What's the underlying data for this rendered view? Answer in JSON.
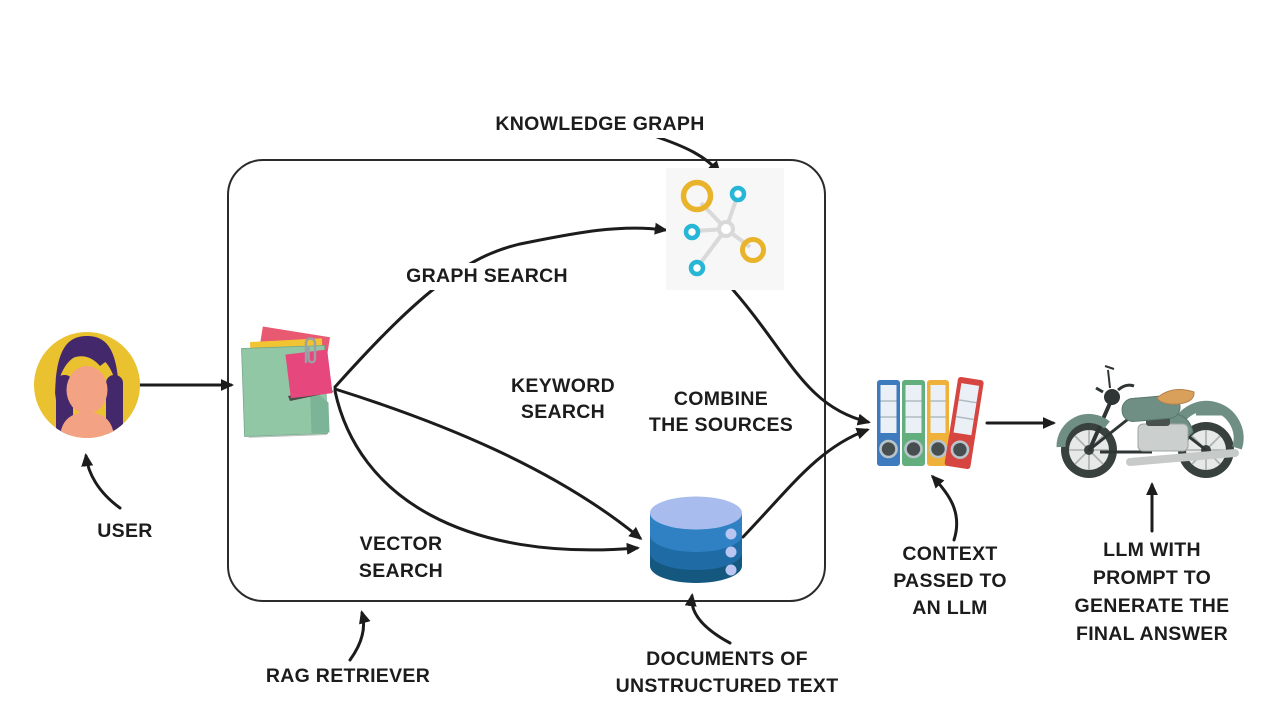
{
  "title": "RAG retriever pipeline diagram",
  "labels": {
    "knowledge_graph": "KNOWLEDGE GRAPH",
    "graph_search": "GRAPH SEARCH",
    "keyword_search": [
      "KEYWORD",
      "SEARCH"
    ],
    "vector_search": [
      "VECTOR",
      "SEARCH"
    ],
    "combine_sources": [
      "COMBINE",
      "THE SOURCES"
    ],
    "user": "USER",
    "rag_retriever": "RAG RETRIEVER",
    "documents": [
      "DOCUMENTS OF",
      "UNSTRUCTURED TEXT"
    ],
    "context": [
      "CONTEXT",
      "PASSED TO",
      "AN LLM"
    ],
    "llm": [
      "LLM WITH",
      "PROMPT TO",
      "GENERATE THE",
      "FINAL ANSWER"
    ]
  },
  "icons": [
    {
      "name": "user-avatar-icon",
      "meaning": "user"
    },
    {
      "name": "documents-folder-icon",
      "meaning": "retrieved documents / corpus"
    },
    {
      "name": "knowledge-graph-icon",
      "meaning": "knowledge graph"
    },
    {
      "name": "database-icon",
      "meaning": "documents of unstructured text"
    },
    {
      "name": "binders-icon",
      "meaning": "context passed to an LLM"
    },
    {
      "name": "motorcycle-icon",
      "meaning": "LLM with prompt to generate the final answer"
    }
  ],
  "colors": {
    "text": "#1c1c1c",
    "arrow": "#1c1c1c",
    "box_border": "#2b2b2b",
    "avatar_bg": "#EAC12F",
    "avatar_hair": "#43286B",
    "avatar_skin": "#F4A284",
    "folder_green": "#92C7A6",
    "folder_green_dark": "#7BB496",
    "folder_yellow": "#F0C433",
    "folder_red": "#E85A71",
    "sticky_pink": "#E6487E",
    "kg_yellow": "#E9B32A",
    "kg_cyan": "#27B6D6",
    "kg_grey": "#D9D9D9",
    "db_top": "#A9BCEE",
    "db_band1": "#2F81C4",
    "db_band2": "#1F6BA5",
    "db_band3": "#14587F",
    "db_dots": "#B9C6F2",
    "binder_blue": "#3D7ABE",
    "binder_green": "#63AE7D",
    "binder_yellow": "#F0B13B",
    "binder_red": "#D64540",
    "binder_label": "#EAF0F5",
    "binder_ring_dark": "#474E50",
    "binder_ring_light": "#B9C4CA",
    "moto_body": "#6F8F85",
    "moto_seat": "#D9A05B",
    "moto_dark": "#2E3534",
    "moto_metal": "#C6CAC8"
  }
}
